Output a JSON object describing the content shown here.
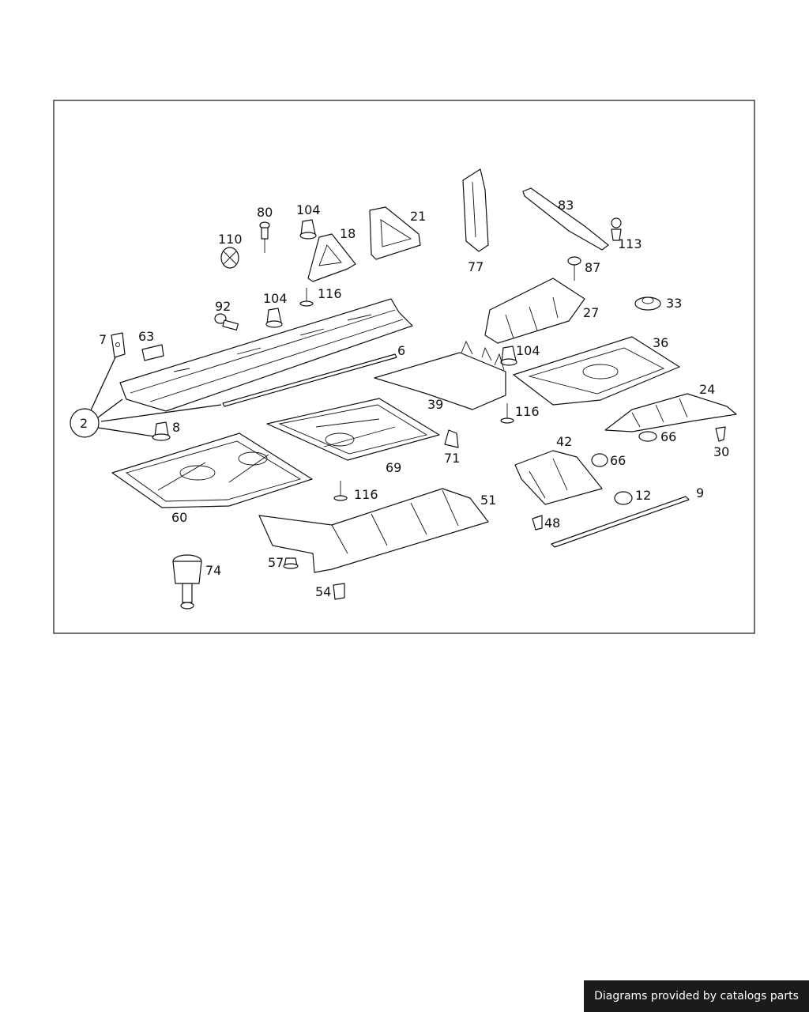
{
  "credit": "Diagrams provided by catalogs parts",
  "labels": {
    "l2": "2",
    "l6": "6",
    "l7": "7",
    "l8": "8",
    "l9": "9",
    "l12": "12",
    "l18": "18",
    "l21": "21",
    "l24": "24",
    "l27": "27",
    "l30": "30",
    "l33": "33",
    "l36": "36",
    "l39": "39",
    "l42": "42",
    "l48": "48",
    "l51": "51",
    "l54": "54",
    "l57": "57",
    "l60": "60",
    "l63": "63",
    "l66a": "66",
    "l66b": "66",
    "l69": "69",
    "l71": "71",
    "l74": "74",
    "l77": "77",
    "l80": "80",
    "l83": "83",
    "l87": "87",
    "l92": "92",
    "l104a": "104",
    "l104b": "104",
    "l104c": "104",
    "l110": "110",
    "l113": "113",
    "l116a": "116",
    "l116b": "116",
    "l116c": "116"
  },
  "colors": {
    "line": "#111111",
    "background": "#ffffff",
    "credit_bg": "#1b1b1b",
    "credit_text": "#ffffff"
  }
}
